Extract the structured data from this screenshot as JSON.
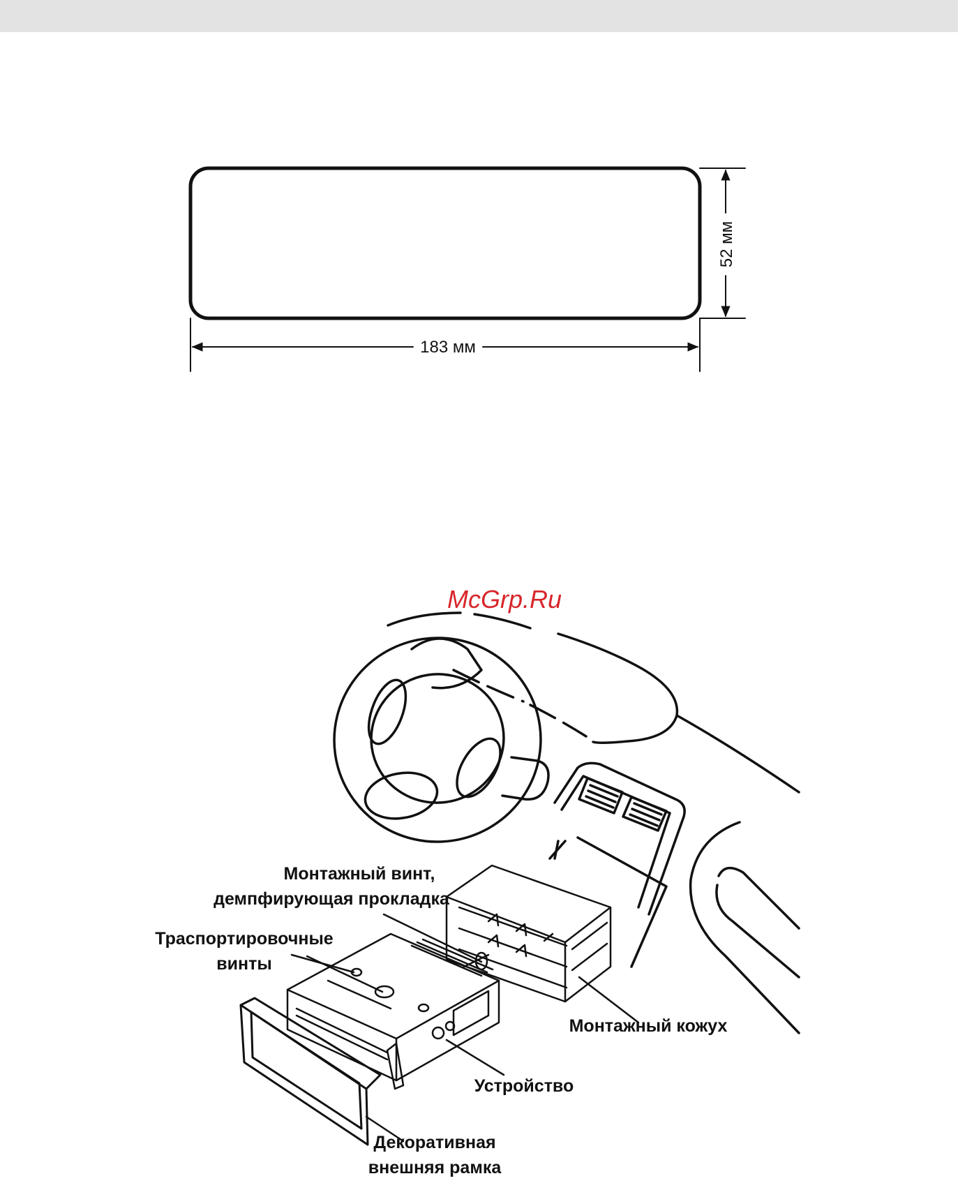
{
  "dimensions": {
    "width_label": "183 мм",
    "height_label": "52 мм"
  },
  "watermark": "McGrp.Ru",
  "labels": {
    "screw_line1": "Монтажный винт,",
    "screw_line2": "демпфирующая прокладка",
    "transport_line1": "Траспортировочные",
    "transport_line2": "винты",
    "sleeve": "Монтажный кожух",
    "device": "Устройство",
    "trim_line1": "Декоративная",
    "trim_line2": "внешняя рамка"
  },
  "colors": {
    "topbar": "#e3e3e3",
    "ink": "#111111",
    "watermark": "#d7262b"
  }
}
